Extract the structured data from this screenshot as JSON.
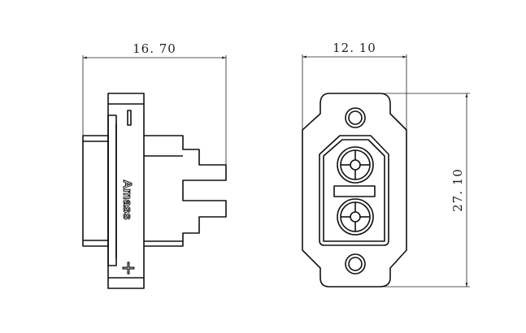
{
  "side_view": {
    "width_dimension": "16. 70",
    "brand_label": "Amass",
    "minus_sign": "−",
    "plus_sign": "+"
  },
  "front_view": {
    "width_dimension": "12. 10",
    "height_dimension": "27. 10"
  }
}
